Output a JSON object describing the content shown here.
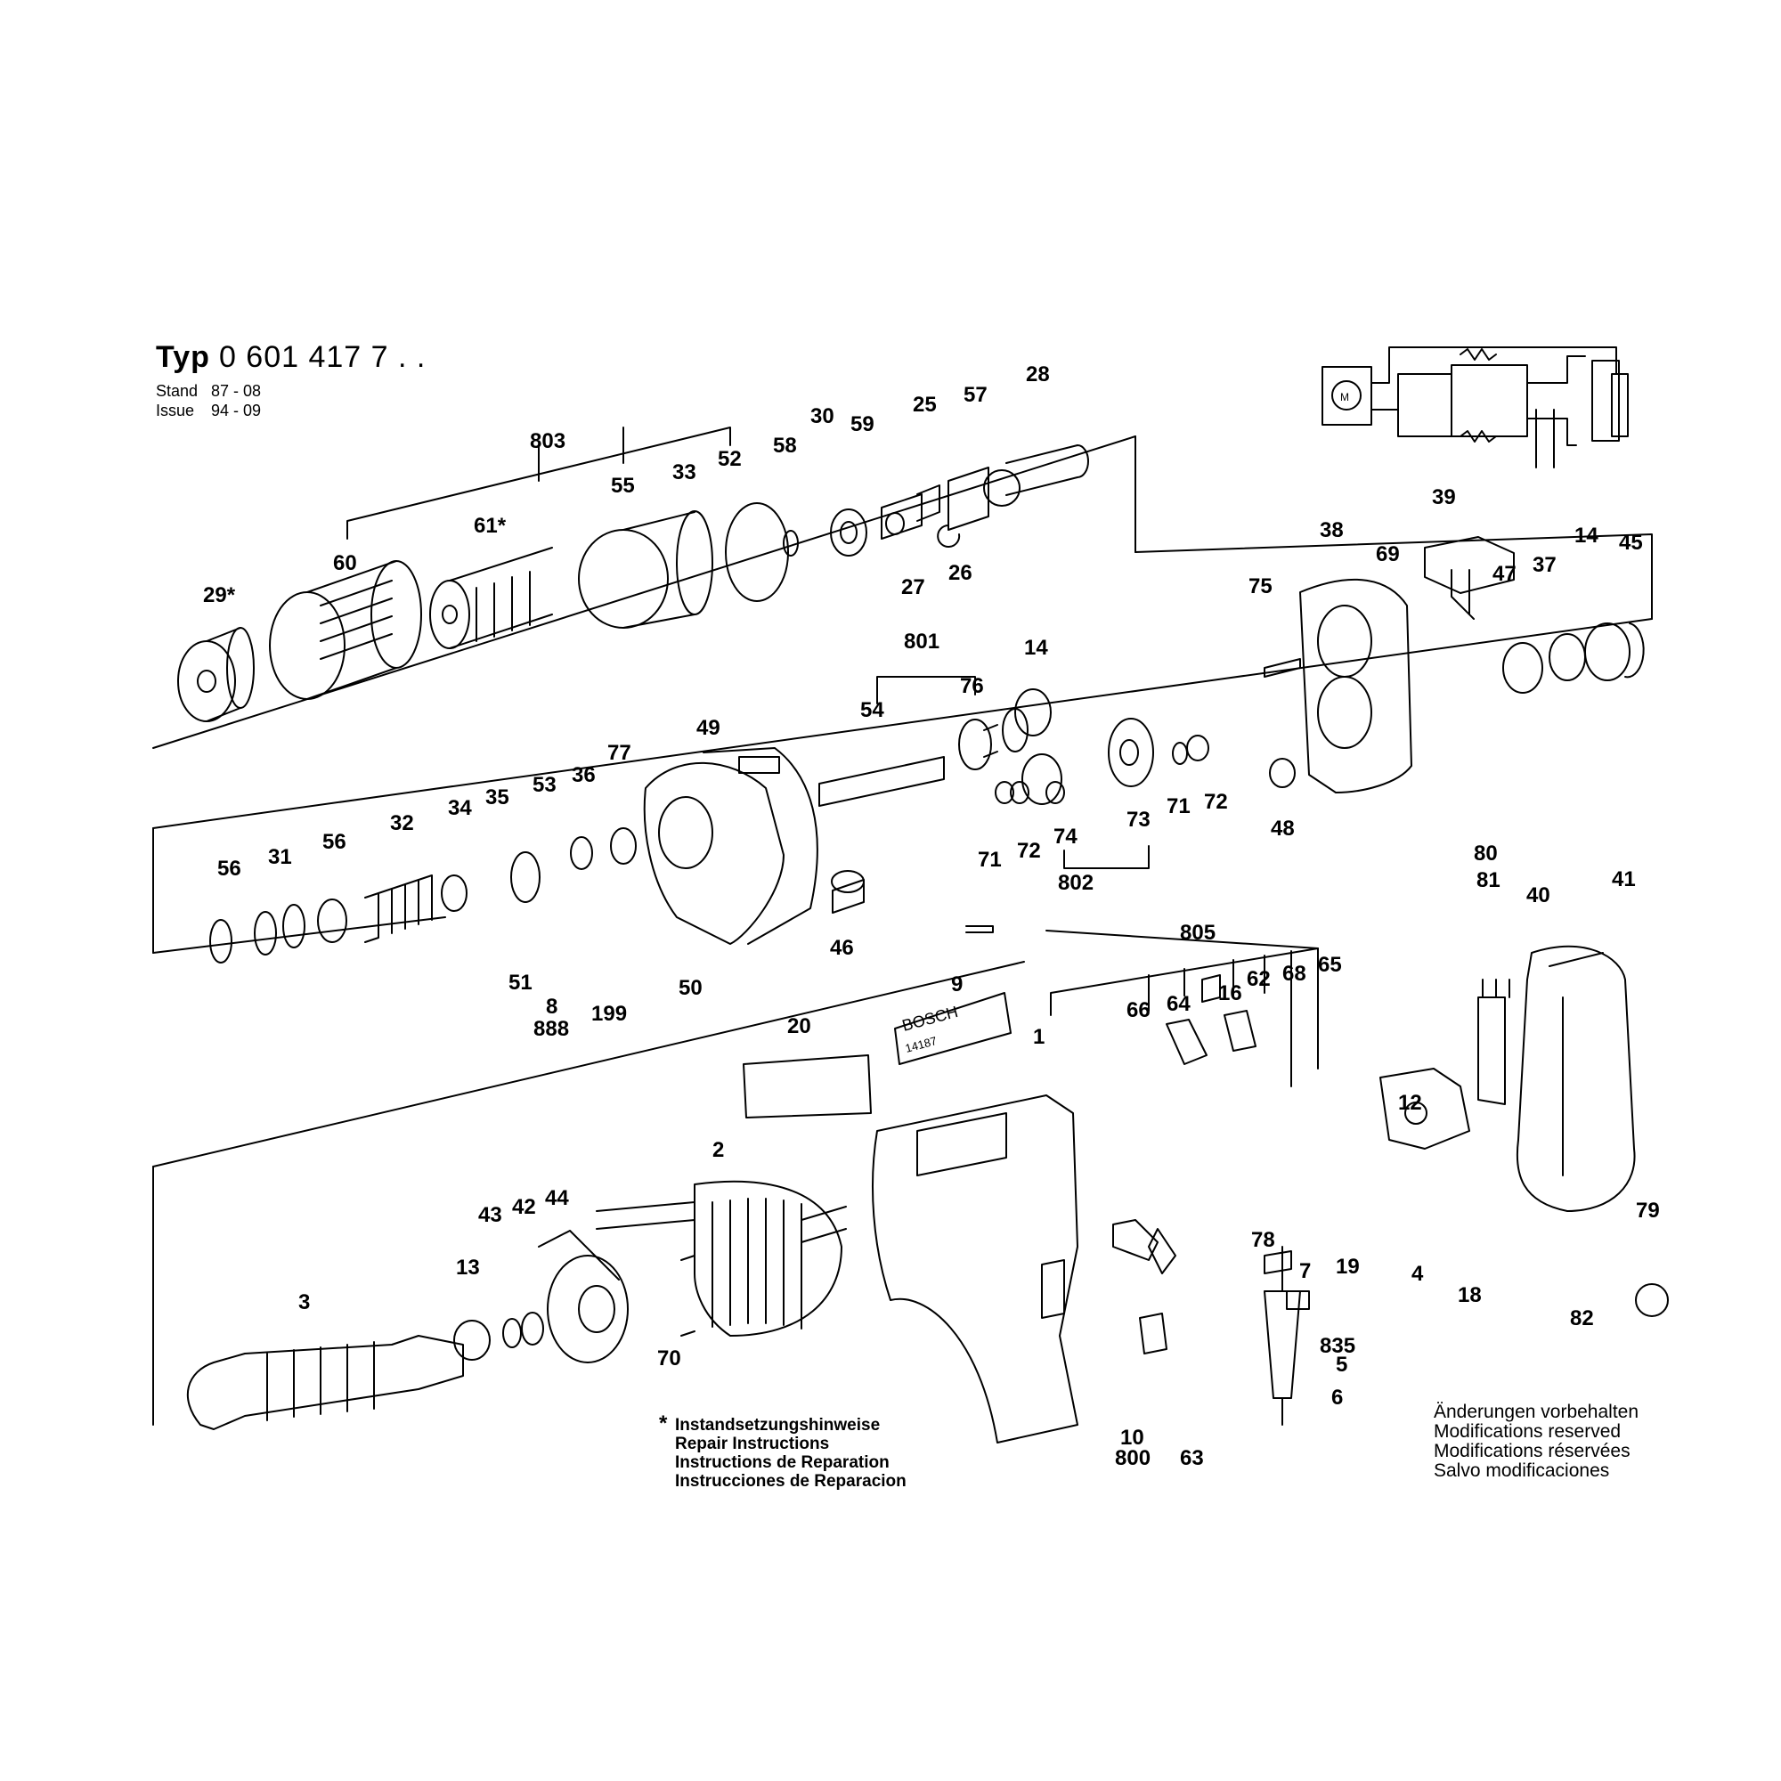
{
  "header": {
    "typ_label": "Typ",
    "typ_code": "0 601 417 7 . .",
    "stand_label": "Stand",
    "stand_value": "87 - 08",
    "issue_label": "Issue",
    "issue_value": "94 - 09"
  },
  "repair_instructions": {
    "marker": "*",
    "lines": [
      "Instandsetzungshinweise",
      "Repair Instructions",
      "Instructions de Reparation",
      "Instrucciones de Reparacion"
    ]
  },
  "modifications": {
    "lines": [
      "Änderungen vorbehalten",
      "Modifications reserved",
      "Modifications réservées",
      "Salvo modificaciones"
    ]
  },
  "nameplate": {
    "brand": "BOSCH",
    "model": "14187"
  },
  "callouts": [
    {
      "id": "c803",
      "text": "803"
    },
    {
      "id": "c33",
      "text": "33"
    },
    {
      "id": "c52",
      "text": "52"
    },
    {
      "id": "c58",
      "text": "58"
    },
    {
      "id": "c30",
      "text": "30"
    },
    {
      "id": "c59",
      "text": "59"
    },
    {
      "id": "c25",
      "text": "25"
    },
    {
      "id": "c57",
      "text": "57"
    },
    {
      "id": "c28",
      "text": "28"
    },
    {
      "id": "c55",
      "text": "55"
    },
    {
      "id": "c61",
      "text": "61*"
    },
    {
      "id": "c60",
      "text": "60"
    },
    {
      "id": "c29",
      "text": "29*"
    },
    {
      "id": "c27",
      "text": "27"
    },
    {
      "id": "c26",
      "text": "26"
    },
    {
      "id": "c39",
      "text": "39"
    },
    {
      "id": "c38",
      "text": "38"
    },
    {
      "id": "c69",
      "text": "69"
    },
    {
      "id": "c14a",
      "text": "14"
    },
    {
      "id": "c45",
      "text": "45"
    },
    {
      "id": "c47",
      "text": "47"
    },
    {
      "id": "c37",
      "text": "37"
    },
    {
      "id": "c75",
      "text": "75"
    },
    {
      "id": "c801",
      "text": "801"
    },
    {
      "id": "c14b",
      "text": "14"
    },
    {
      "id": "c76",
      "text": "76"
    },
    {
      "id": "c54",
      "text": "54"
    },
    {
      "id": "c49",
      "text": "49"
    },
    {
      "id": "c77",
      "text": "77"
    },
    {
      "id": "c53",
      "text": "53"
    },
    {
      "id": "c36",
      "text": "36"
    },
    {
      "id": "c34",
      "text": "34"
    },
    {
      "id": "c35",
      "text": "35"
    },
    {
      "id": "c32",
      "text": "32"
    },
    {
      "id": "c31",
      "text": "31"
    },
    {
      "id": "c56a",
      "text": "56"
    },
    {
      "id": "c56b",
      "text": "56"
    },
    {
      "id": "c71a",
      "text": "71"
    },
    {
      "id": "c72a",
      "text": "72"
    },
    {
      "id": "c74",
      "text": "74"
    },
    {
      "id": "c73",
      "text": "73"
    },
    {
      "id": "c71b",
      "text": "71"
    },
    {
      "id": "c72b",
      "text": "72"
    },
    {
      "id": "c48",
      "text": "48"
    },
    {
      "id": "c802",
      "text": "802"
    },
    {
      "id": "c46",
      "text": "46"
    },
    {
      "id": "c51",
      "text": "51"
    },
    {
      "id": "c50",
      "text": "50"
    },
    {
      "id": "c8",
      "text": "8"
    },
    {
      "id": "c888",
      "text": "888"
    },
    {
      "id": "c199",
      "text": "199"
    },
    {
      "id": "c80",
      "text": "80"
    },
    {
      "id": "c81",
      "text": "81"
    },
    {
      "id": "c40",
      "text": "40"
    },
    {
      "id": "c41",
      "text": "41"
    },
    {
      "id": "c805",
      "text": "805"
    },
    {
      "id": "c9",
      "text": "9"
    },
    {
      "id": "c66",
      "text": "66"
    },
    {
      "id": "c64",
      "text": "64"
    },
    {
      "id": "c16",
      "text": "16"
    },
    {
      "id": "c62",
      "text": "62"
    },
    {
      "id": "c68",
      "text": "68"
    },
    {
      "id": "c65",
      "text": "65"
    },
    {
      "id": "c1",
      "text": "1"
    },
    {
      "id": "c20",
      "text": "20"
    },
    {
      "id": "c12",
      "text": "12"
    },
    {
      "id": "c2",
      "text": "2"
    },
    {
      "id": "c43",
      "text": "43"
    },
    {
      "id": "c42",
      "text": "42"
    },
    {
      "id": "c44",
      "text": "44"
    },
    {
      "id": "c13",
      "text": "13"
    },
    {
      "id": "c3",
      "text": "3"
    },
    {
      "id": "c70",
      "text": "70"
    },
    {
      "id": "c78",
      "text": "78"
    },
    {
      "id": "c7",
      "text": "7"
    },
    {
      "id": "c19",
      "text": "19"
    },
    {
      "id": "c835",
      "text": "835"
    },
    {
      "id": "c5",
      "text": "5"
    },
    {
      "id": "c6",
      "text": "6"
    },
    {
      "id": "c4",
      "text": "4"
    },
    {
      "id": "c18",
      "text": "18"
    },
    {
      "id": "c79",
      "text": "79"
    },
    {
      "id": "c82",
      "text": "82"
    },
    {
      "id": "c10",
      "text": "10"
    },
    {
      "id": "c800",
      "text": "800"
    },
    {
      "id": "c63",
      "text": "63"
    }
  ],
  "strokes": {
    "line": "#000000",
    "paper": "#ffffff",
    "shade": "#e6e6e6"
  }
}
